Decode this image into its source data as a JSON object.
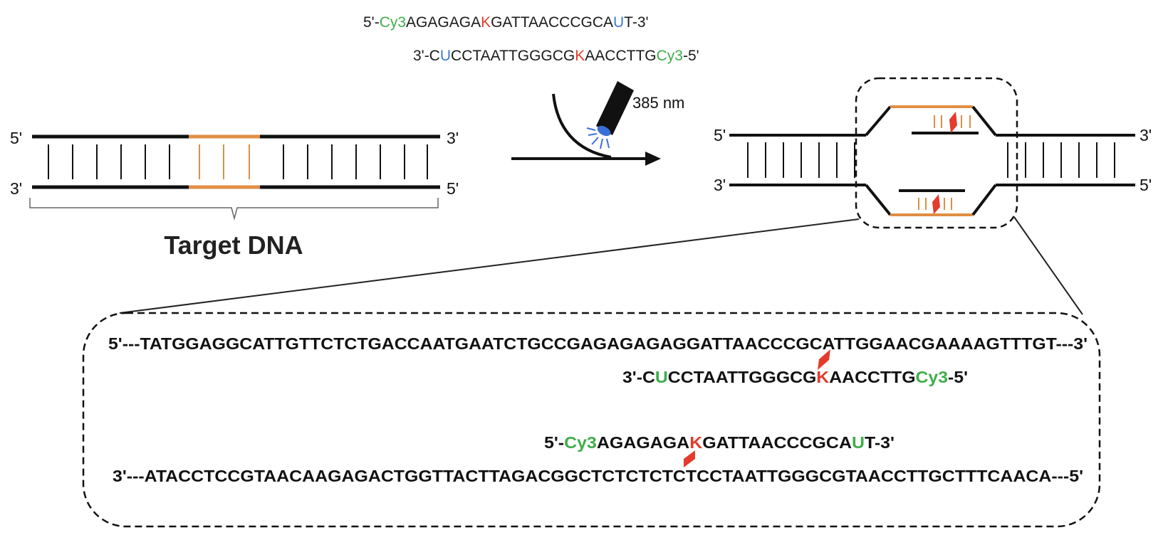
{
  "colors": {
    "strand": "#111111",
    "target_region": "#e08e45",
    "cy3": "#3fae49",
    "modified_base": "#e33b2c",
    "uracil_top": "#3a7bd5",
    "uracil_bottom": "#3fae49",
    "lamp_glow": "#3a6fd8"
  },
  "probes_top": {
    "probe1": {
      "prefix": "5'-",
      "label": "Cy3",
      "seq_a": "AGAGAGA",
      "mod": "K",
      "seq_b": "GATTAACCCGCA",
      "u": "U",
      "seq_c": "T",
      "suffix": "-3'"
    },
    "probe2": {
      "prefix": "3'-C",
      "u": "U",
      "seq_a": "CCTAATTGGGCG",
      "mod": "K",
      "seq_b": "AACCTTG",
      "label": "Cy3",
      "suffix": "-5'"
    }
  },
  "light": {
    "wavelength": "385 nm",
    "icon": "uv-lamp-icon"
  },
  "left_duplex": {
    "top_left": "5'",
    "top_right": "3'",
    "bottom_left": "3'",
    "bottom_right": "5'",
    "title": "Target DNA"
  },
  "right_duplex": {
    "top_left": "5'",
    "top_right": "3'",
    "bottom_left": "3'",
    "bottom_right": "5'"
  },
  "zoom": {
    "top_strand": "5'---TATGGAGGCATTGTTCTCTGACCAATGAATCTGCCGAGAGAGAGGATTAACCCGCATTGGAACGAAAAGTTTGT---3'",
    "probe_upper": {
      "prefix": "3'-C",
      "u": "U",
      "seq_a": "CCTAATTGGGCG",
      "mod": "K",
      "seq_b": "AACCTTG",
      "label": "Cy3",
      "suffix": "-5'"
    },
    "probe_lower": {
      "prefix": "5'-",
      "label": "Cy3",
      "seq_a": "AGAGAGA",
      "mod": "K",
      "seq_b": "GATTAACCCGCA",
      "u": "U",
      "seq_c": "T",
      "suffix": "-3'"
    },
    "bottom_strand": "3'---ATACCTCCGTAACAAGAGACTGGTTACTTAGACGGCTCTCTCTCTCCTAATTGGGCGTAACCTTGCTTTCAACA---5'"
  }
}
